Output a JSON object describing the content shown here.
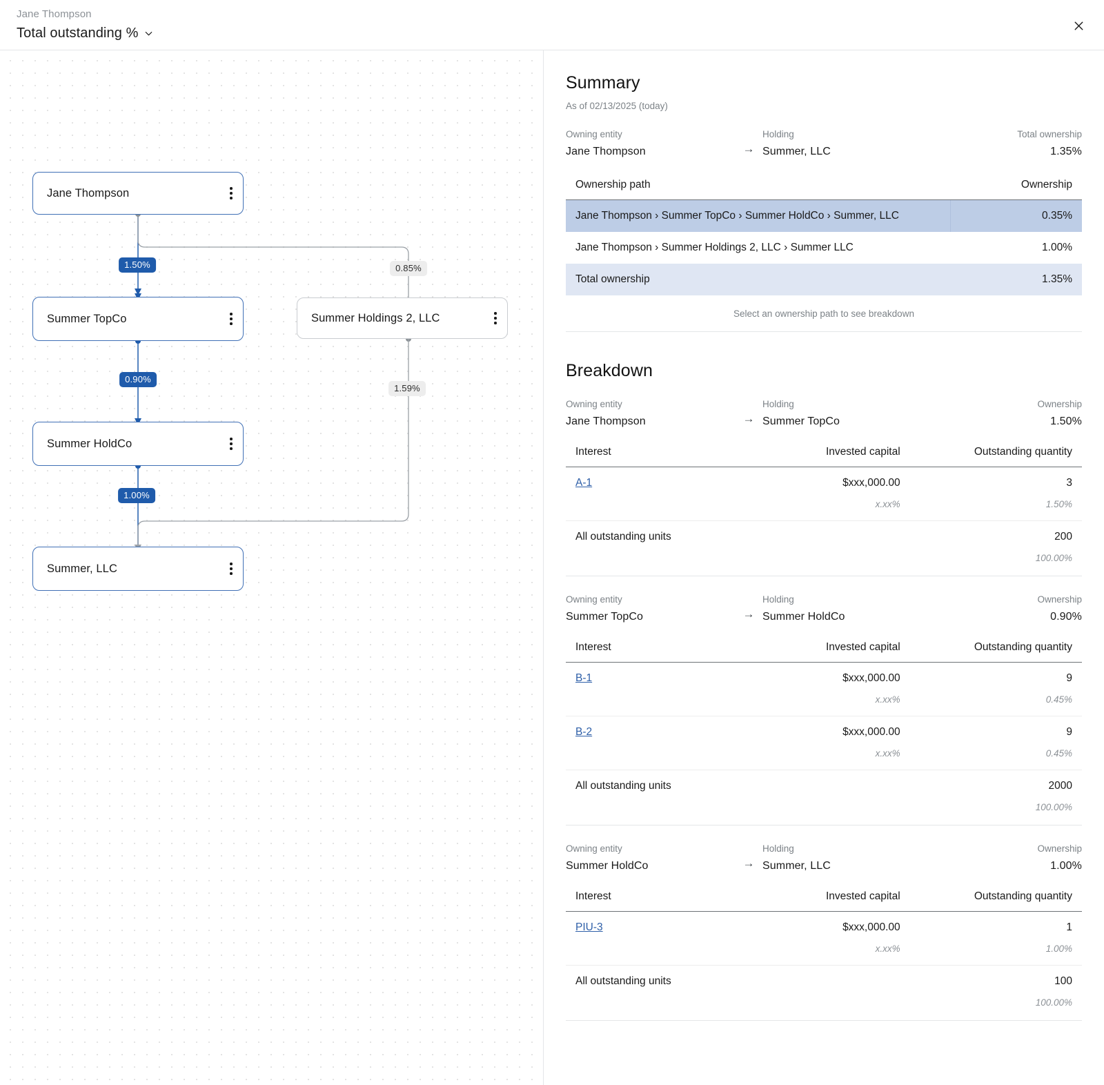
{
  "header": {
    "breadcrumb": "Jane Thompson",
    "title": "Total outstanding %",
    "chevron_icon": "chevron-down-icon",
    "close_icon": "close-icon"
  },
  "diagram": {
    "nodes": [
      {
        "id": "jane",
        "label": "Jane Thompson",
        "style": "primary"
      },
      {
        "id": "topco",
        "label": "Summer TopCo",
        "style": "primary"
      },
      {
        "id": "hold2",
        "label": "Summer Holdings 2, LLC",
        "style": "muted"
      },
      {
        "id": "holdco",
        "label": "Summer HoldCo",
        "style": "primary"
      },
      {
        "id": "llc",
        "label": "Summer, LLC",
        "style": "primary"
      }
    ],
    "edge_labels": [
      {
        "id": "e1",
        "text": "1.50%",
        "highlight": true
      },
      {
        "id": "e2",
        "text": "0.85%",
        "highlight": false
      },
      {
        "id": "e3",
        "text": "0.90%",
        "highlight": true
      },
      {
        "id": "e4",
        "text": "1.59%",
        "highlight": false
      },
      {
        "id": "e5",
        "text": "1.00%",
        "highlight": true
      }
    ],
    "menu_icon": "kebab-menu-icon",
    "colors": {
      "accent": "#1f5bab",
      "node_border": "#3f6fb5",
      "muted_border": "#c9ccd0"
    }
  },
  "summary": {
    "title": "Summary",
    "as_of": "As of 02/13/2025 (today)",
    "owning_entity_label": "Owning entity",
    "owning_entity_value": "Jane Thompson",
    "arrow_icon": "arrow-right-icon",
    "holding_label": "Holding",
    "holding_value": "Summer, LLC",
    "total_ownership_label": "Total ownership",
    "total_ownership_value": "1.35%",
    "table": {
      "headers": {
        "path": "Ownership path",
        "ownership": "Ownership"
      },
      "rows": [
        {
          "path": "Jane Thompson › Summer TopCo  › Summer HoldCo › Summer, LLC",
          "ownership": "0.35%",
          "state": "selected"
        },
        {
          "path": "Jane Thompson › Summer Holdings 2, LLC › Summer LLC",
          "ownership": "1.00%",
          "state": "normal"
        },
        {
          "path": "Total ownership",
          "ownership": "1.35%",
          "state": "total"
        }
      ]
    },
    "hint": "Select an ownership path to see breakdown"
  },
  "breakdown": {
    "title": "Breakdown",
    "labels": {
      "owning_entity": "Owning entity",
      "holding": "Holding",
      "ownership": "Ownership",
      "interest": "Interest",
      "invested_capital": "Invested capital",
      "outstanding_quantity": "Outstanding quantity",
      "all_outstanding_units": "All outstanding units"
    },
    "arrow_icon": "arrow-right-icon",
    "blocks": [
      {
        "owning_entity": "Jane Thompson",
        "holding": "Summer TopCo",
        "ownership": "1.50%",
        "rows": [
          {
            "interest": "A-1",
            "capital": "$xxx,000.00",
            "capital_sub": "x.xx%",
            "qty": "3",
            "qty_sub": "1.50%"
          }
        ],
        "total": {
          "label": "All outstanding units",
          "qty": "200",
          "qty_sub": "100.00%"
        }
      },
      {
        "owning_entity": "Summer TopCo",
        "holding": "Summer HoldCo",
        "ownership": "0.90%",
        "rows": [
          {
            "interest": "B-1",
            "capital": "$xxx,000.00",
            "capital_sub": "x.xx%",
            "qty": "9",
            "qty_sub": "0.45%"
          },
          {
            "interest": "B-2",
            "capital": "$xxx,000.00",
            "capital_sub": "x.xx%",
            "qty": "9",
            "qty_sub": "0.45%"
          }
        ],
        "total": {
          "label": "All outstanding units",
          "qty": "2000",
          "qty_sub": "100.00%"
        }
      },
      {
        "owning_entity": "Summer HoldCo",
        "holding": "Summer, LLC",
        "ownership": "1.00%",
        "rows": [
          {
            "interest": "PIU-3",
            "capital": "$xxx,000.00",
            "capital_sub": "x.xx%",
            "qty": "1",
            "qty_sub": "1.00%"
          }
        ],
        "total": {
          "label": "All outstanding units",
          "qty": "100",
          "qty_sub": "100.00%"
        }
      }
    ]
  }
}
